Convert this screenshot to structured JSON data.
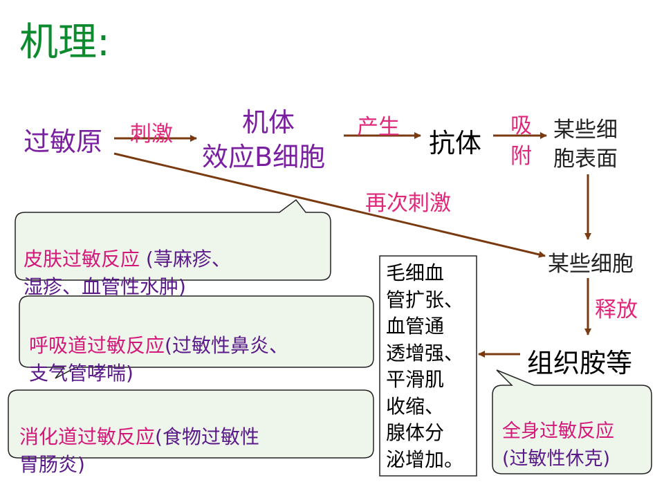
{
  "title": "机理:",
  "nodes": {
    "allergen": "过敏原",
    "effector_cell_line1": "机体",
    "effector_cell_line2": "效应B细胞",
    "antibody": "抗体",
    "cell_surface_line1": "某些细",
    "cell_surface_line2": "胞表面",
    "some_cells": "某些细胞",
    "histamine": "组织胺等"
  },
  "edge_labels": {
    "stimulate": "刺激",
    "produce": "产生",
    "adsorb_1": "吸",
    "adsorb_2": "附",
    "restimulate": "再次刺激",
    "release": "释放"
  },
  "effects_box": "毛细血\n管扩张、\n血管通\n透增强、\n平滑肌\n收缩、\n腺体分\n泌增加。",
  "callouts": {
    "skin_head": "皮肤过敏反应",
    "skin_body": " (荨麻疹、\n湿疹、血管性水肿)",
    "respiratory_head": "呼吸道过敏反应",
    "respiratory_body": "(过敏性鼻炎、\n支气管哮喘)",
    "digestive_head": "消化道过敏反应",
    "digestive_body": "(食物过敏性\n胃肠炎)",
    "systemic_head": "全身过敏反应",
    "systemic_body": "\n(过敏性休克)"
  },
  "colors": {
    "title": "#0c8a2e",
    "arrow": "#7a3a10",
    "callout_fill": "#eef5ea",
    "callout_head": "#d4187a",
    "callout_body": "#5b1a8a",
    "label_pink": "#e0287a",
    "label_purple": "#7a1fa0"
  }
}
